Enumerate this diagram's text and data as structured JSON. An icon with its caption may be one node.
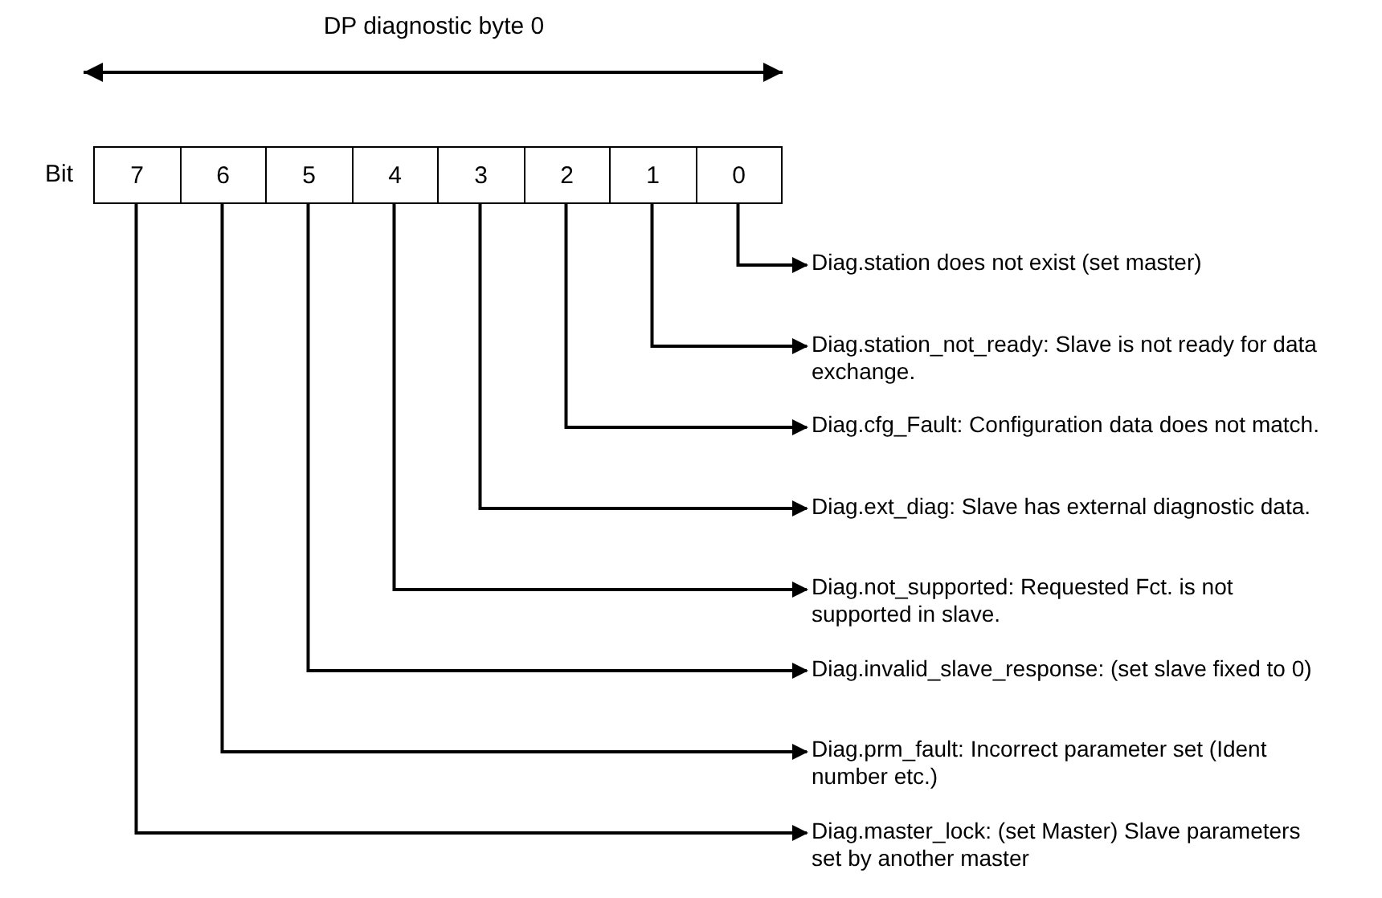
{
  "diagram": {
    "title": "DP diagnostic byte 0",
    "nodes": [
      {
        "text": [
          "7"
        ]
      },
      {
        "text": [
          "6"
        ]
      },
      {
        "text": [
          "5"
        ]
      },
      {
        "text": [
          "4"
        ]
      },
      {
        "text": [
          "3"
        ]
      },
      {
        "text": [
          "2"
        ]
      },
      {
        "text": [
          "1"
        ]
      },
      {
        "text": [
          "0"
        ]
      },
      {
        "text": [
          "Diag.station does not exist (set master)"
        ]
      },
      {
        "text": [
          "Diag.station_not_ready: Slave is not ready for data exchange."
        ]
      },
      {
        "text": [
          "Diag.cfg_Fault: Configuration data does not match."
        ]
      },
      {
        "text": [
          "Diag.ext_diag: Slave has external diagnostic data."
        ]
      },
      {
        "text": [
          "Diag.not_supported: Requested Fct. is not supported in slave."
        ]
      },
      {
        "text": [
          "Diag.invalid_slave_response: (set slave fixed to 0)"
        ]
      },
      {
        "text": [
          "Diag.prm_fault: Incorrect parameter set (Ident number etc.)"
        ]
      },
      {
        "text": [
          "Diag.master_lock: (set Master) Slave parameters set by another master"
        ]
      }
    ],
    "edges": [
      {
        "from": 7,
        "to": 8,
        "arrow": "to"
      },
      {
        "from": 6,
        "to": 9,
        "arrow": "to"
      },
      {
        "from": 5,
        "to": 10,
        "arrow": "to"
      },
      {
        "from": 4,
        "to": 11,
        "arrow": "to"
      },
      {
        "from": 3,
        "to": 12,
        "arrow": "to"
      },
      {
        "from": 2,
        "to": 13,
        "arrow": "to"
      },
      {
        "from": 1,
        "to": 14,
        "arrow": "to"
      },
      {
        "from": 0,
        "to": 15,
        "arrow": "to"
      }
    ],
    "labels": [
      "Bit"
    ]
  }
}
